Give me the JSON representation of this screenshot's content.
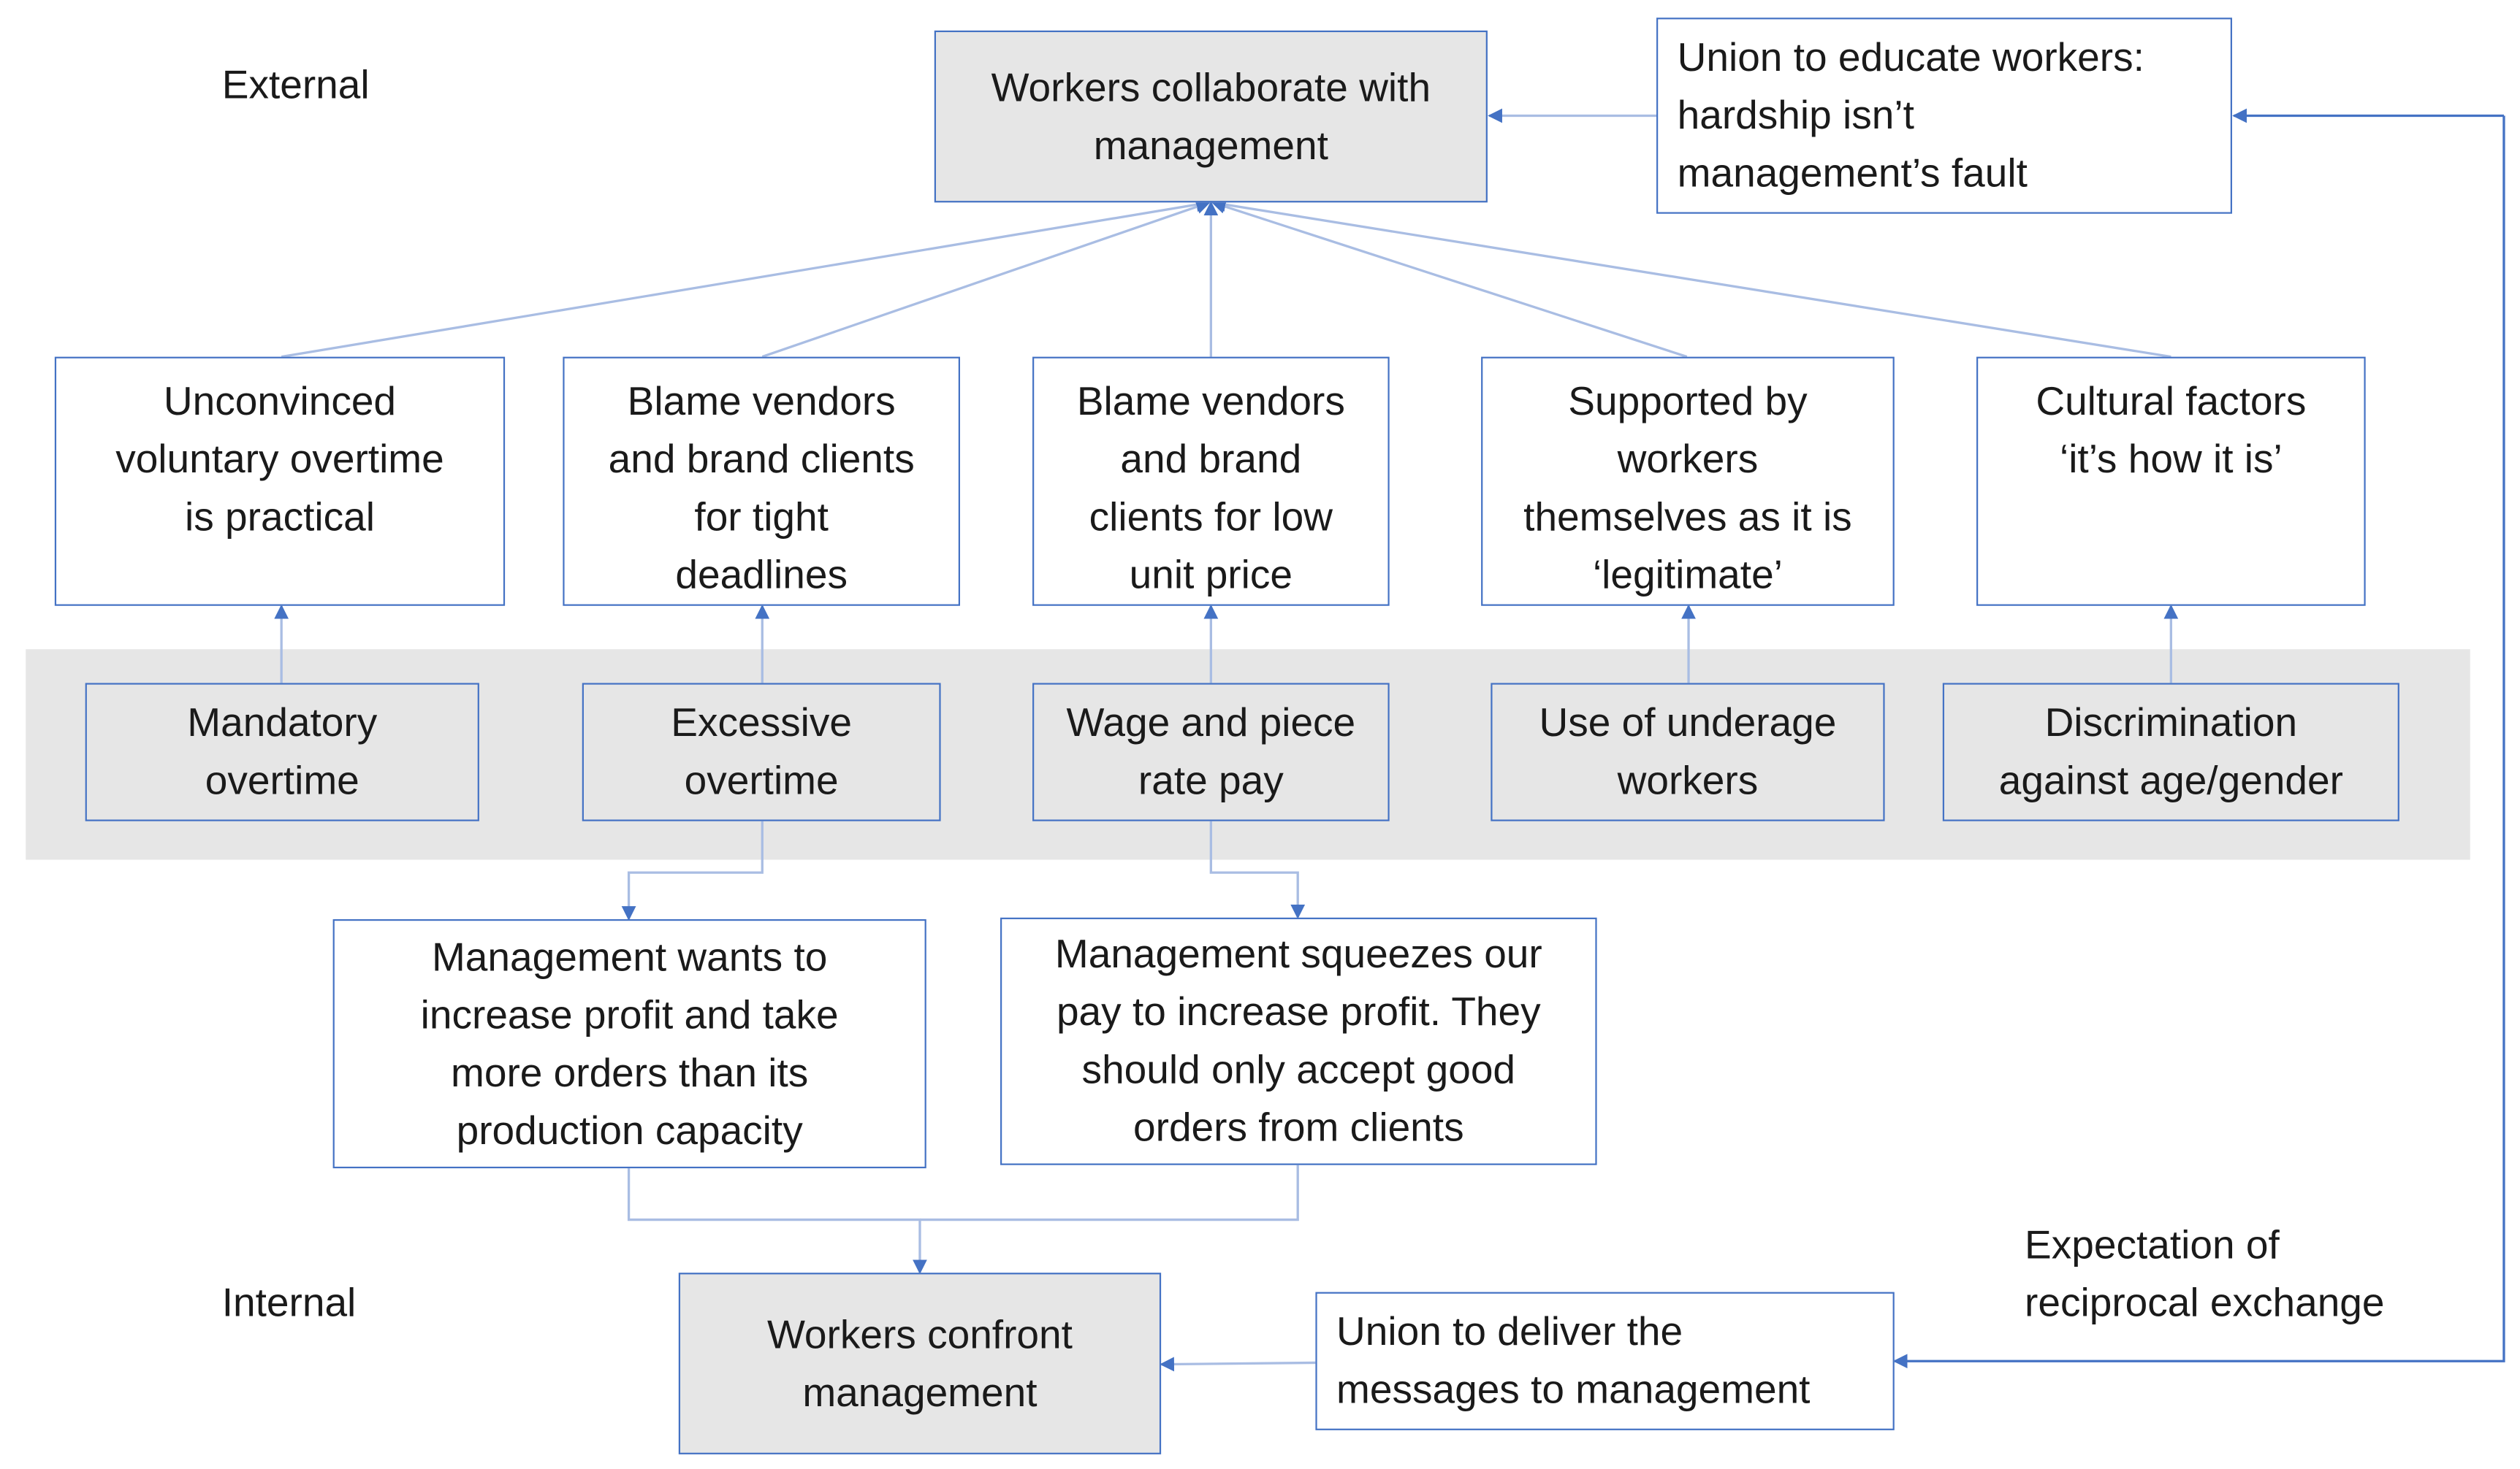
{
  "labels": {
    "external": "External",
    "internal": "Internal",
    "expectation": "Expectation of\nreciprocal exchange"
  },
  "top": {
    "collaborate": "Workers collaborate with\nmanagement",
    "union_educate": "Union to educate workers:\nhardship isn’t\nmanagement’s fault"
  },
  "perceptions": [
    "Unconvinced\nvoluntary overtime\nis practical",
    "Blame vendors\nand brand clients\nfor tight\ndeadlines",
    "Blame vendors\nand brand\nclients for low\nunit price",
    "Supported by\nworkers\nthemselves as it is\n‘legitimate’",
    "Cultural factors\n‘it’s how it is’"
  ],
  "issues": [
    "Mandatory\novertime",
    "Excessive\novertime",
    "Wage and piece\nrate pay",
    "Use of underage\nworkers",
    "Discrimination\nagainst age/gender"
  ],
  "grievances": [
    "Management wants to\nincrease profit and take\nmore orders than its\nproduction capacity",
    "Management squeezes our\npay to increase profit. They\nshould only accept good\norders from clients"
  ],
  "bottom": {
    "confront": "Workers confront\nmanagement",
    "union_deliver": "Union to deliver the\nmessages to management"
  },
  "colors": {
    "line": "#4472c4",
    "line_light": "#a9bde3",
    "shade": "#e6e6e6"
  }
}
